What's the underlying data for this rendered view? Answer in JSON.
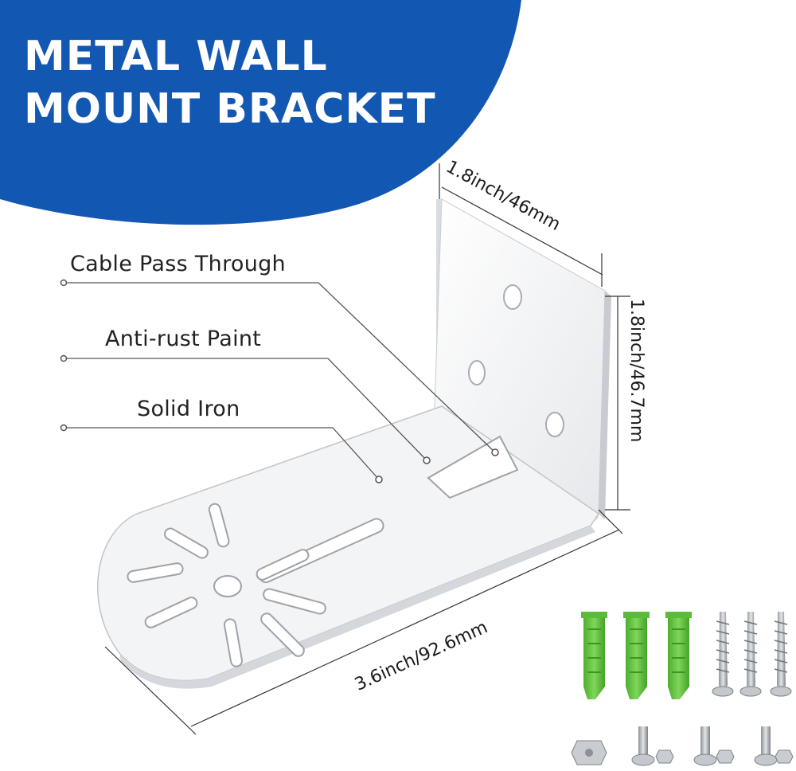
{
  "title": {
    "line1": "METAL WALL",
    "line2": "MOUNT BRACKET"
  },
  "callouts": {
    "cable": "Cable Pass Through",
    "paint": "Anti-rust Paint",
    "iron": "Solid Iron"
  },
  "dimensions": {
    "top_width": "1.8inch/46mm",
    "height": "1.8inch/46.7mm",
    "length": "3.6inch/92.6mm"
  },
  "colors": {
    "banner": "#1258b3",
    "bracket": "#f3f4f6",
    "anchor_green": "#6ecb4a",
    "steel": "#b9bdc2"
  }
}
